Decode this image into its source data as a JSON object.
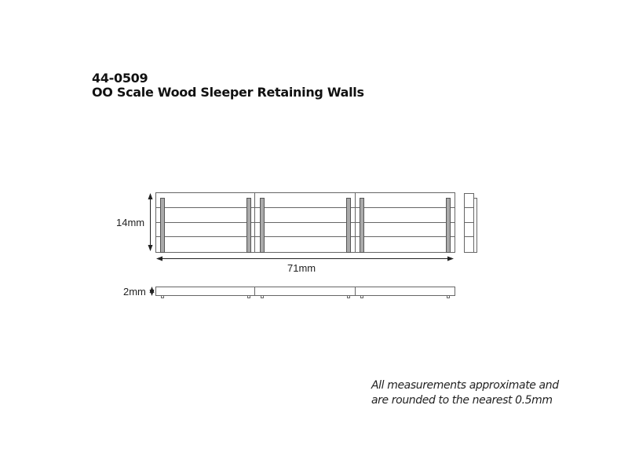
{
  "header": {
    "product_code": "44-0509",
    "title": "OO Scale Wood Sleeper Retaining Walls"
  },
  "dimensions": {
    "height": "14mm",
    "length": "71mm",
    "depth": "2mm"
  },
  "note": {
    "line1": "All measurements approximate and",
    "line2": "are rounded to the nearest 0.5mm"
  }
}
